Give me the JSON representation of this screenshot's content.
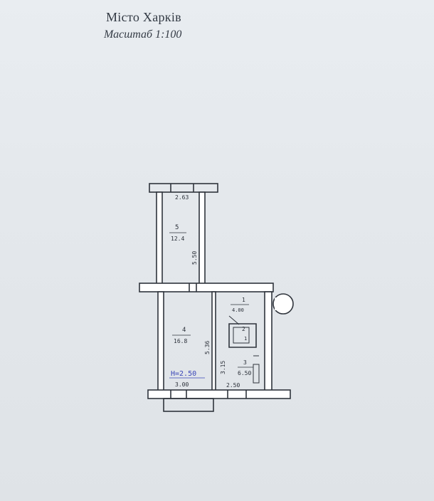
{
  "header": {
    "city": "Місто Харків",
    "scale": "Масштаб 1:100"
  },
  "plan": {
    "rooms": [
      {
        "number": "5",
        "area": "12.4"
      },
      {
        "number": "4",
        "area": "16.8"
      },
      {
        "number": "1",
        "area": "4.00"
      },
      {
        "number": "2",
        "area": "1"
      },
      {
        "number": "3",
        "area": "6.50"
      }
    ],
    "dimensions": {
      "room5_width": "2.63",
      "room5_length": "5.50",
      "room4_depth": "5.36",
      "room4_width": "3.00",
      "room3_depth": "3.15",
      "room3_width": "2.50"
    },
    "ceiling_height": "H=2.50"
  }
}
